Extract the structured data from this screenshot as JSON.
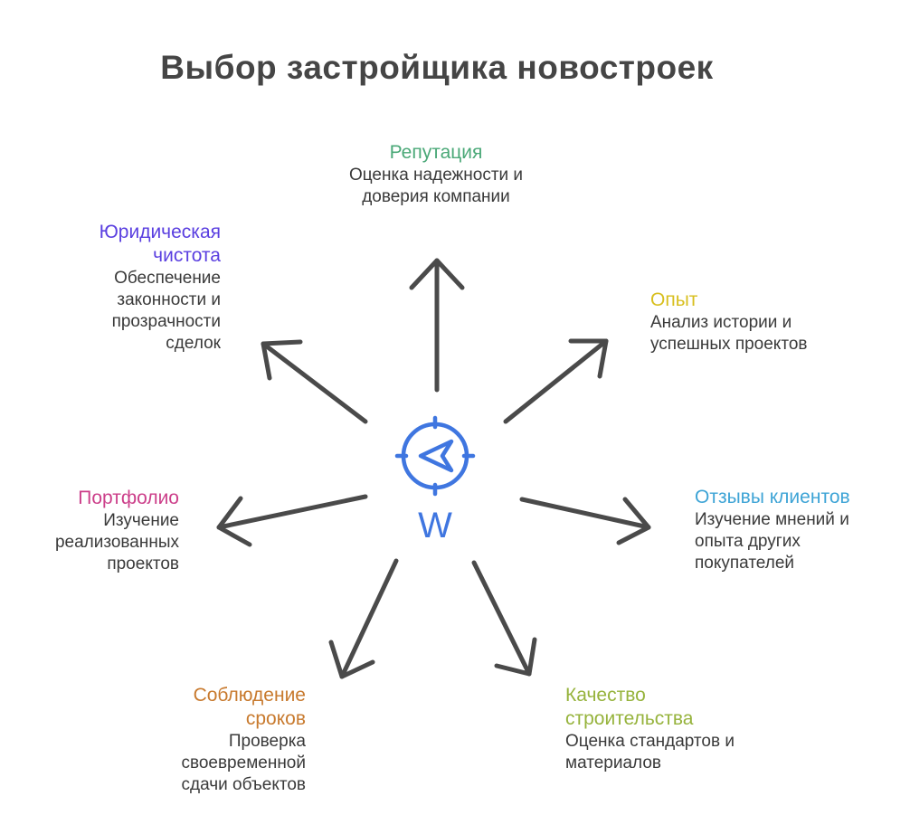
{
  "title": "Выбор застройщика новостроек",
  "colors": {
    "arrow": "#4a4a4a",
    "compass": "#3f76e0"
  },
  "center_icon": {
    "icon": "compass-icon",
    "letter": "W"
  },
  "factors": [
    {
      "id": "reputation",
      "title": "Репутация",
      "desc": "Оценка надежности и доверия компании",
      "color": "#4aa877"
    },
    {
      "id": "experience",
      "title": "Опыт",
      "desc": "Анализ истории и успешных проектов",
      "color": "#d8bf1e"
    },
    {
      "id": "reviews",
      "title": "Отзывы клиентов",
      "desc": "Изучение мнений и опыта других покупателей",
      "color": "#3ea4d6"
    },
    {
      "id": "quality",
      "title": "Качество строительства",
      "desc": "Оценка стандартов и материалов",
      "color": "#96b33c"
    },
    {
      "id": "deadlines",
      "title": "Соблюдение сроков",
      "desc": "Проверка своевременной сдачи объектов",
      "color": "#c87a2e"
    },
    {
      "id": "portfolio",
      "title": "Портфолио",
      "desc": "Изучение реализованных проектов",
      "color": "#cc3f8a"
    },
    {
      "id": "legal",
      "title": "Юридическая чистота",
      "desc": "Обеспечение законности и прозрачности сделок",
      "color": "#5a3fe0"
    }
  ]
}
